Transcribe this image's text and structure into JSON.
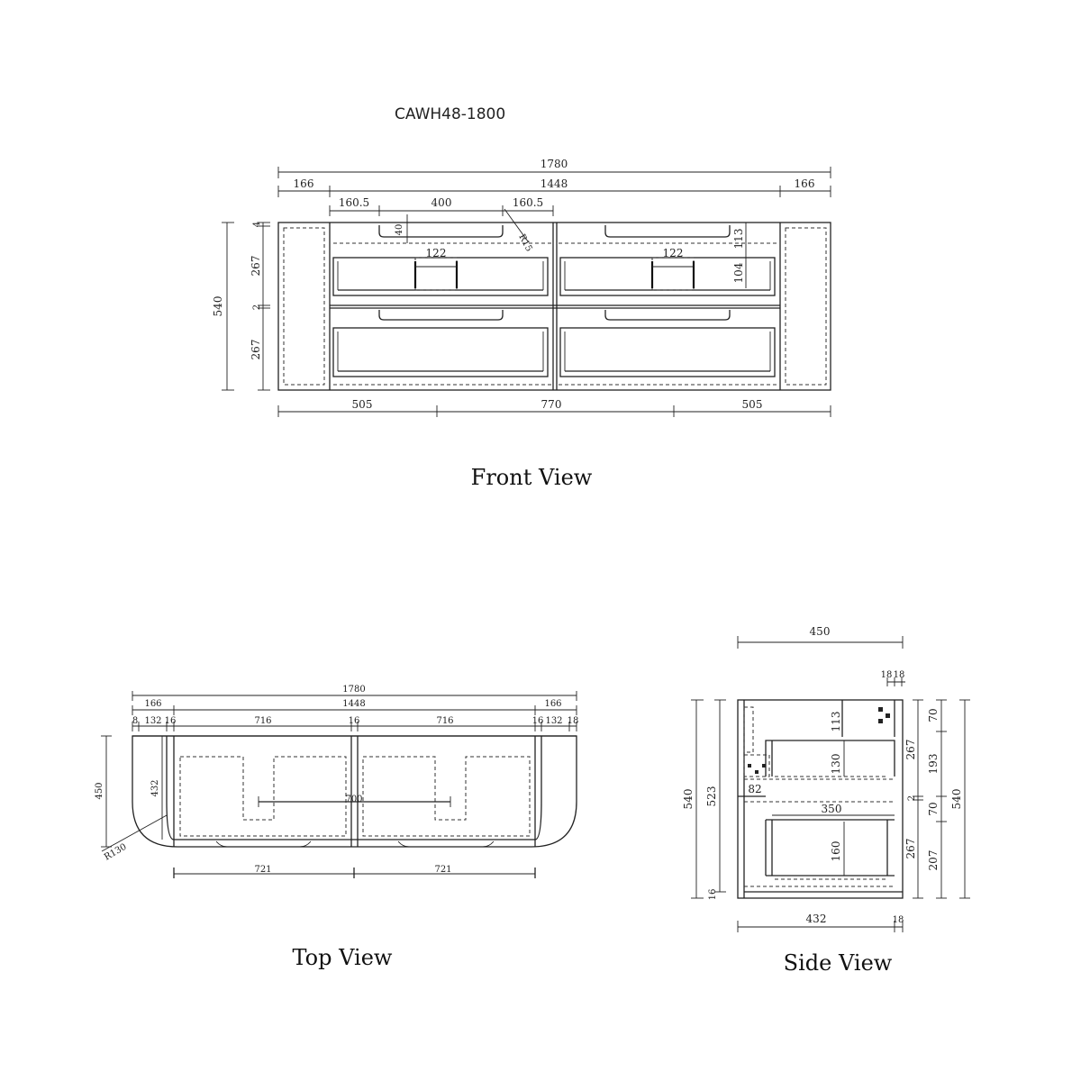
{
  "model": "CAWH48-1800",
  "views": {
    "front": "Front View",
    "top": "Top View",
    "side": "Side View"
  },
  "front_dims": {
    "overall_width": "1780",
    "left_end": "166",
    "center": "1448",
    "right_end": "166",
    "basin_left": "160.5",
    "basin_width": "400",
    "basin_right": "160.5",
    "radius": "R15",
    "basin_depth": "40",
    "top_gap": "4",
    "drawer_top": "267",
    "mid_gap": "2",
    "drawer_bottom": "267",
    "overall_height": "540",
    "trap_width_l": "122",
    "trap_width_r": "122",
    "inner_113": "113",
    "inner_104": "104",
    "bottom_left": "505",
    "bottom_mid": "770",
    "bottom_right": "505"
  },
  "top_dims": {
    "overall": "1780",
    "end_l": "166",
    "center": "1448",
    "end_r": "166",
    "d8": "8",
    "d132a": "132",
    "d16a": "16",
    "d716a": "716",
    "d16b": "16",
    "d716b": "716",
    "d16c": "16",
    "d132b": "132",
    "d18": "18",
    "depth": "450",
    "inner_depth": "432",
    "radius": "R130",
    "trap": "700",
    "bottom_l": "721",
    "bottom_r": "721"
  },
  "side_dims": {
    "width": "450",
    "t18a": "18",
    "t18b": "18",
    "h540_l": "540",
    "h523": "523",
    "d113": "113",
    "d130": "130",
    "d82": "82",
    "d350": "350",
    "d160": "160",
    "d16": "16",
    "r70a": "70",
    "r267a": "267",
    "r193": "193",
    "r2": "2",
    "r70b": "70",
    "r267b": "267",
    "r207": "207",
    "h540_r": "540",
    "bottom_432": "432",
    "bottom_18": "18"
  }
}
